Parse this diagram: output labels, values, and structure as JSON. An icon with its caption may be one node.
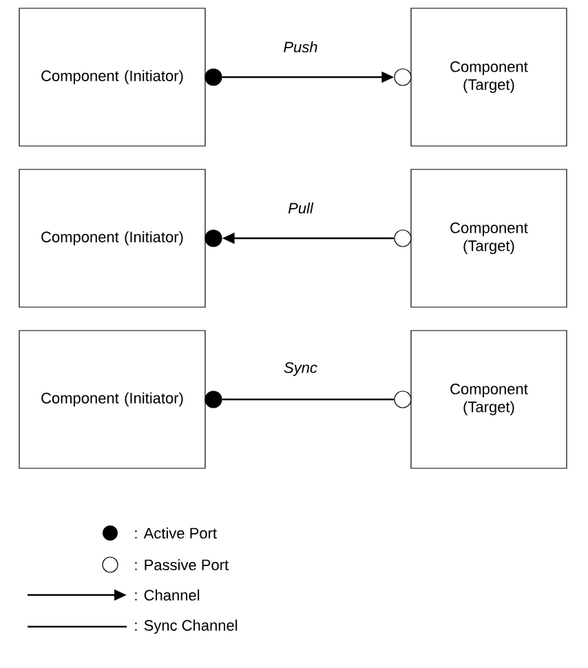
{
  "diagram": {
    "nodes": [
      {
        "text": [
          "Component (Initiator)"
        ]
      },
      {
        "text": [
          "Component (Target)"
        ]
      },
      {
        "text": [
          "Component (Initiator)"
        ]
      },
      {
        "text": [
          "Component (Target)"
        ]
      },
      {
        "text": [
          "Component (Initiator)"
        ]
      },
      {
        "text": [
          "Component (Target)"
        ]
      }
    ],
    "edges": [
      {
        "from": 0,
        "to": 1,
        "arrow": "to",
        "label": "Push"
      },
      {
        "from": 3,
        "to": 2,
        "arrow": "to",
        "label": "Pull"
      },
      {
        "from": 4,
        "to": 5,
        "arrow": "other",
        "label": "Sync"
      }
    ],
    "legend": [
      {
        "text": ": Active Port"
      },
      {
        "text": ": Passive Port"
      },
      {
        "text": ": Channel"
      },
      {
        "text": ": Sync Channel"
      }
    ]
  }
}
